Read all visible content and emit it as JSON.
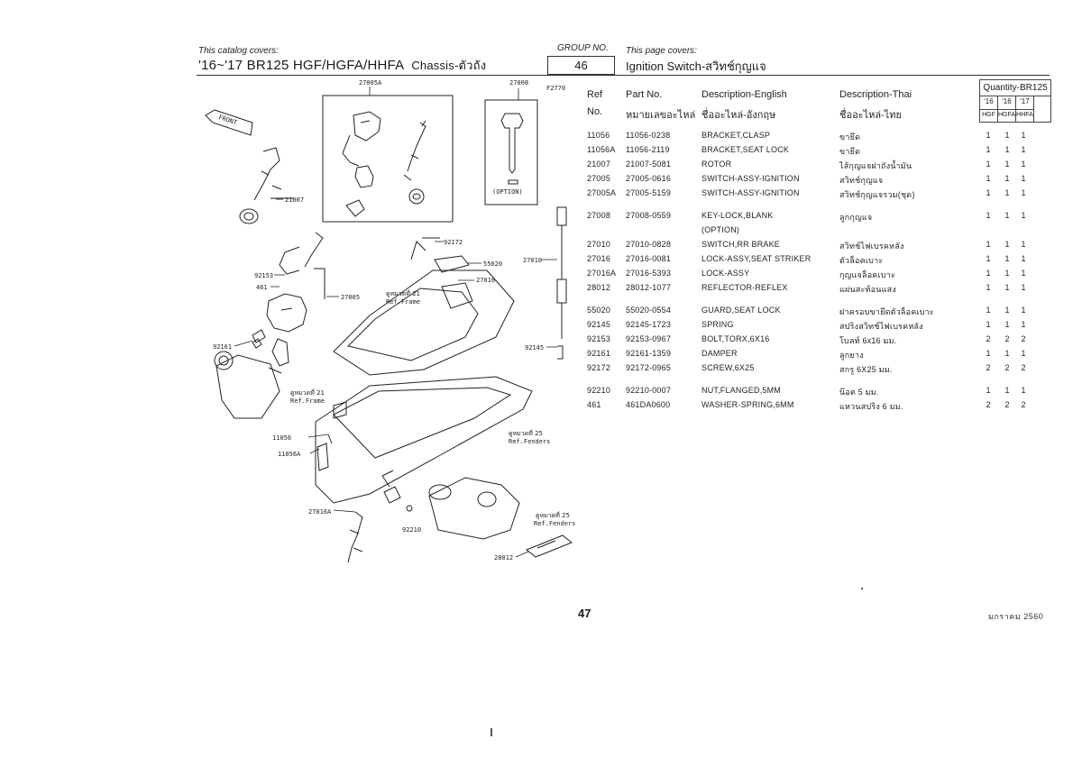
{
  "header": {
    "catalog_label": "This catalog covers:",
    "model": "'16~'17 BR125 HGF/HGFA/HHFA",
    "chassis": "Chassis-ตัวถัง",
    "group_label": "GROUP NO.",
    "group_no": "46",
    "page_covers_label": "This page covers:",
    "page_title": "Ignition Switch-สวิทช์กุญแจ"
  },
  "table": {
    "head_ref": "Ref",
    "head_ref2": "No.",
    "head_part": "Part No.",
    "head_part_th": "หมายเลขอะไหล่",
    "head_desc_en": "Description-English",
    "head_desc_en_th": "ชื่ออะไหล่-อังกฤษ",
    "head_desc_th": "Description-Thai",
    "head_desc_th2": "ชื่ออะไหล่-ไทย",
    "qty_title": "Quantity-BR125",
    "qty_years": [
      "'16",
      "'16",
      "'17"
    ],
    "qty_variants": [
      "HGF",
      "HGFA",
      "HHFA"
    ],
    "rows": [
      {
        "ref": "11056",
        "part": "11056-0238",
        "en": "BRACKET,CLASP",
        "th": "ขายึด",
        "q": [
          "1",
          "1",
          "1"
        ]
      },
      {
        "ref": "11056A",
        "part": "11056-2119",
        "en": "BRACKET,SEAT LOCK",
        "th": "ขายึด",
        "q": [
          "1",
          "1",
          "1"
        ]
      },
      {
        "ref": "21007",
        "part": "21007-5081",
        "en": "ROTOR",
        "th": "ไส้กุญแจฝาถังน้ำมัน",
        "q": [
          "1",
          "1",
          "1"
        ]
      },
      {
        "ref": "27005",
        "part": "27005-0616",
        "en": "SWITCH-ASSY-IGNITION",
        "th": "สวิทช์กุญแจ",
        "q": [
          "1",
          "1",
          "1"
        ]
      },
      {
        "ref": "27005A",
        "part": "27005-5159",
        "en": "SWITCH-ASSY-IGNITION",
        "th": "สวิทช์กุญแจรวม(ชุด)",
        "q": [
          "1",
          "1",
          "1"
        ]
      },
      {
        "ref": "27008",
        "part": "27008-0559",
        "en": "KEY-LOCK,BLANK",
        "en2": "(OPTION)",
        "th": "ลูกกุญแจ",
        "q": [
          "1",
          "1",
          "1"
        ]
      },
      {
        "ref": "27010",
        "part": "27010-0828",
        "en": "SWITCH,RR BRAKE",
        "th": "สวิทช์ไฟเบรคหลัง",
        "q": [
          "1",
          "1",
          "1"
        ]
      },
      {
        "ref": "27016",
        "part": "27016-0081",
        "en": "LOCK-ASSY,SEAT STRIKER",
        "th": "ตัวล็อคเบาะ",
        "q": [
          "1",
          "1",
          "1"
        ]
      },
      {
        "ref": "27016A",
        "part": "27016-5393",
        "en": "LOCK-ASSY",
        "th": "กุญแจล็อคเบาะ",
        "q": [
          "1",
          "1",
          "1"
        ]
      },
      {
        "ref": "28012",
        "part": "28012-1077",
        "en": "REFLECTOR-REFLEX",
        "th": "แผ่นสะท้อนแสง",
        "q": [
          "1",
          "1",
          "1"
        ]
      },
      {
        "ref": "55020",
        "part": "55020-0554",
        "en": "GUARD,SEAT LOCK",
        "th": "ฝาครอบขายึดตัวล็อคเบาะ",
        "q": [
          "1",
          "1",
          "1"
        ]
      },
      {
        "ref": "92145",
        "part": "92145-1723",
        "en": "SPRING",
        "th": "สปริงสวิทช์ไฟเบรคหลัง",
        "q": [
          "1",
          "1",
          "1"
        ]
      },
      {
        "ref": "92153",
        "part": "92153-0967",
        "en": "BOLT,TORX,6X16",
        "th": "โบลท์ 6x16 มม.",
        "q": [
          "2",
          "2",
          "2"
        ]
      },
      {
        "ref": "92161",
        "part": "92161-1359",
        "en": "DAMPER",
        "th": "ลูกยาง",
        "q": [
          "1",
          "1",
          "1"
        ]
      },
      {
        "ref": "92172",
        "part": "92172-0965",
        "en": "SCREW,6X25",
        "th": "สกรู 6X25 มม.",
        "q": [
          "2",
          "2",
          "2"
        ]
      },
      {
        "ref": "92210",
        "part": "92210-0007",
        "en": "NUT,FLANGED,5MM",
        "th": "น๊อต 5 มม.",
        "q": [
          "1",
          "1",
          "1"
        ]
      },
      {
        "ref": "461",
        "part": "461DA0600",
        "en": "WASHER-SPRING,6MM",
        "th": "แหวนสปริง 6 มม.",
        "q": [
          "2",
          "2",
          "2"
        ]
      }
    ]
  },
  "diagram": {
    "labels": {
      "l27005A": "27005A",
      "l27008": "27008",
      "fcode": "F2770",
      "option": "(OPTION)",
      "front": "FRONT",
      "l21007": "21007",
      "l92172": "92172",
      "l55020": "55020",
      "l27010": "27010",
      "l27016": "27016",
      "l92153": "92153",
      "l461": "461",
      "l27005": "27005",
      "ref21a_th": "ดูหมวดที่ 21",
      "ref21a_en": "Ref.Frame",
      "l92145": "92145",
      "l92161": "92161",
      "ref21b_th": "ดูหมวดที่ 21",
      "ref21b_en": "Ref.Frame",
      "ref25a_th": "ดูหมวดที่ 25",
      "ref25a_en": "Ref.Fenders",
      "l11056": "11056",
      "l11056A": "11056A",
      "l27016A": "27016A",
      "l92210": "92210",
      "ref25b_th": "ดูหมวดที่ 25",
      "ref25b_en": "Ref.Fenders",
      "l28012": "28012"
    }
  },
  "footer": {
    "page_number": "47",
    "date": "มกราคม 2560"
  }
}
